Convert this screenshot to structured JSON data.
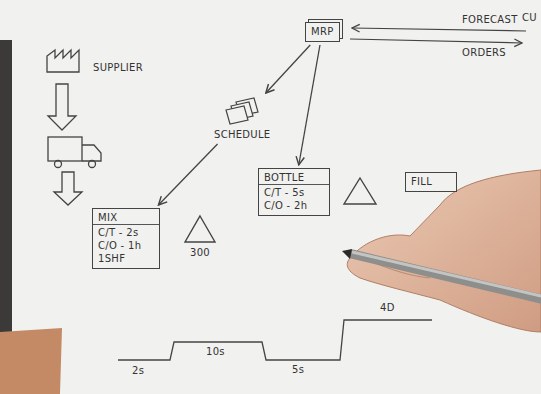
{
  "diagram": {
    "nodes": [
      {
        "text": [
          "SUPPLIER"
        ]
      },
      {
        "text": [
          "MRP"
        ]
      },
      {
        "text": [
          "SCHEDULE"
        ]
      },
      {
        "text": [
          "MIX",
          "C/T - 2s",
          "C/O - 1h",
          "1SHF"
        ]
      },
      {
        "text": [
          "300"
        ]
      },
      {
        "text": [
          "BOTTLE",
          "C/T - 5s",
          "C/O - 2h"
        ]
      },
      {
        "text": [
          "FILL"
        ]
      }
    ],
    "edges": [
      {
        "from": 1,
        "to": 2,
        "arrow": "to"
      },
      {
        "from": 2,
        "to": 3,
        "arrow": "to"
      },
      {
        "from": 1,
        "to": 5,
        "arrow": "to"
      }
    ],
    "labels": [
      "FORECAST",
      "ORDERS",
      "CU",
      "2s",
      "10s",
      "5s",
      "4D"
    ]
  }
}
